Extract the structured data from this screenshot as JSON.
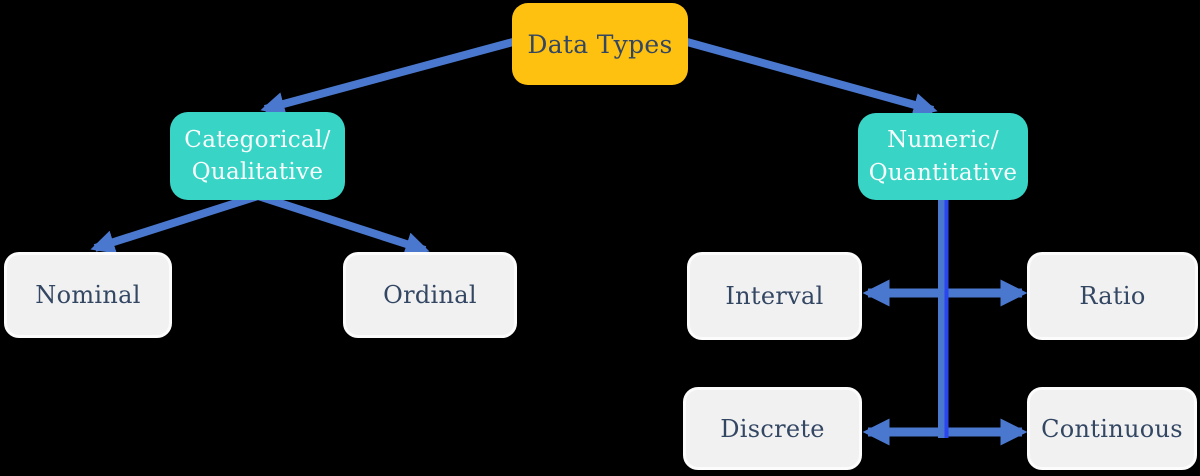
{
  "diagram": {
    "nodes": {
      "root": {
        "label": "Data Types"
      },
      "categorical": {
        "line1": "Categorical/",
        "line2": "Qualitative"
      },
      "numeric": {
        "line1": "Numeric/",
        "line2": "Quantitative"
      },
      "nominal": {
        "label": "Nominal"
      },
      "ordinal": {
        "label": "Ordinal"
      },
      "interval": {
        "label": "Interval"
      },
      "ratio": {
        "label": "Ratio"
      },
      "discrete": {
        "label": "Discrete"
      },
      "continuous": {
        "label": "Continuous"
      }
    },
    "edges": [
      {
        "from": "Data Types",
        "to": "Categorical/Qualitative",
        "style": "arrow"
      },
      {
        "from": "Data Types",
        "to": "Numeric/Quantitative",
        "style": "arrow"
      },
      {
        "from": "Categorical/Qualitative",
        "to": "Nominal",
        "style": "arrow"
      },
      {
        "from": "Categorical/Qualitative",
        "to": "Ordinal",
        "style": "arrow"
      },
      {
        "from": "Numeric/Quantitative",
        "to": "Interval-Ratio and Discrete-Continuous rows",
        "style": "vertical-trunk"
      },
      {
        "from": "Interval",
        "to": "Ratio",
        "style": "double-arrow"
      },
      {
        "from": "Discrete",
        "to": "Continuous",
        "style": "double-arrow"
      }
    ],
    "colors": {
      "root_fill": "#FFC110",
      "branch_fill": "#38D5C6",
      "leaf_fill": "#F1F1F2",
      "leaf_border": "#FCFCFC",
      "root_text": "#334763",
      "branch_text": "#F8FDFC",
      "leaf_text": "#334763",
      "arrow": "#4A78CE",
      "arrow_accent": "#2B46EE",
      "background": "#000000"
    }
  }
}
